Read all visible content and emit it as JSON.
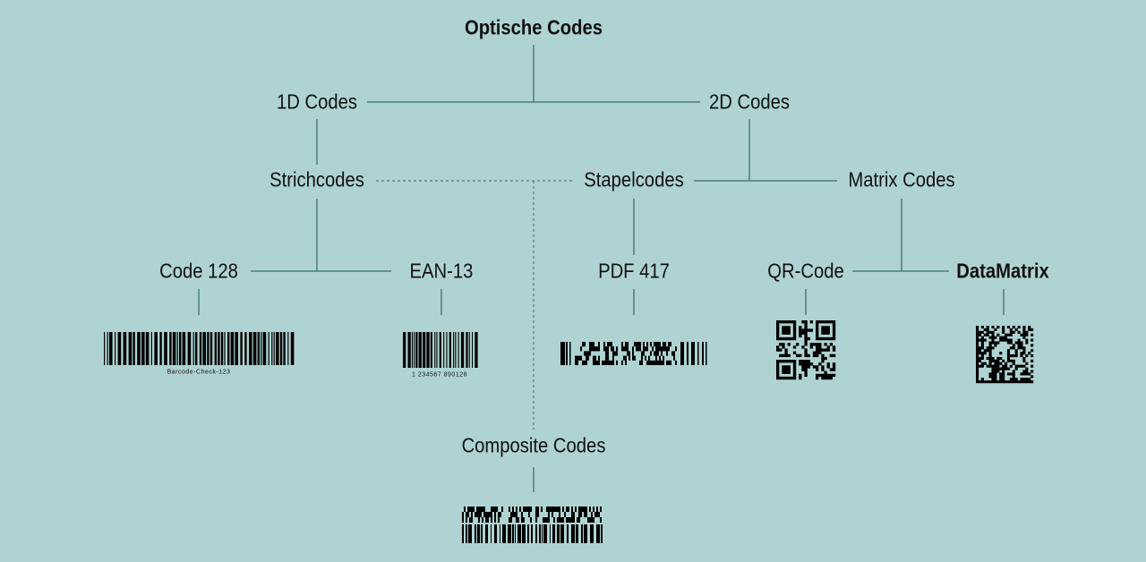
{
  "diagram": {
    "root": "Optische Codes",
    "level1": [
      "1D Codes",
      "2D Codes"
    ],
    "level2": [
      "Strichcodes",
      "Stapelcodes",
      "Matrix Codes"
    ],
    "level3": [
      "Code 128",
      "EAN-13",
      "PDF 417",
      "QR-Code",
      "DataMatrix"
    ],
    "composite": "Composite Codes",
    "code128_caption": "Barcode-Check-123",
    "ean13_caption": "1 234567 890128"
  },
  "colors": {
    "background": "#afd3d3",
    "line": "#4a7d7d",
    "text": "#111111"
  }
}
